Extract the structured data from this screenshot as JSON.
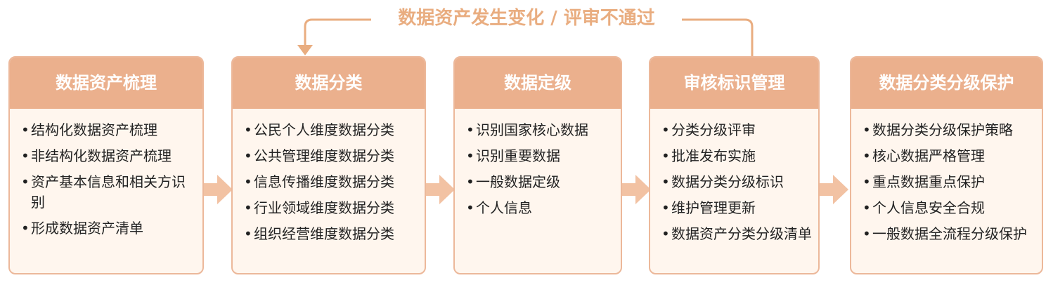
{
  "loop_label": "数据资产发生变化 / 评审不通过",
  "colors": {
    "header_bg": "#EBB08D",
    "body_bg": "#FFF6EE",
    "border": "#ECB89A",
    "arrow": "#F2C2A3",
    "loop_line": "#E9AD80",
    "text": "#222222"
  },
  "stages": [
    {
      "title": "数据资产梳理",
      "items": [
        "结构化数据资产梳理",
        "非结构化数据资产梳理",
        "资产基本信息和相关方识别",
        "形成数据资产清单"
      ]
    },
    {
      "title": "数据分类",
      "items": [
        "公民个人维度数据分类",
        "公共管理维度数据分类",
        "信息传播维度数据分类",
        "行业领域维度数据分类",
        "组织经营维度数据分类"
      ]
    },
    {
      "title": "数据定级",
      "items": [
        "识别国家核心数据",
        "识别重要数据",
        "一般数据定级",
        "个人信息"
      ]
    },
    {
      "title": "审核标识管理",
      "items": [
        "分类分级评审",
        "批准发布实施",
        "数据分类分级标识",
        "维护管理更新",
        "数据资产分类分级清单"
      ]
    },
    {
      "title": "数据分类分级保护",
      "items": [
        "数据分类分级保护策略",
        "核心数据严格管理",
        "重点数据重点保护",
        "个人信息安全合规",
        "一般数据全流程分级保护"
      ]
    }
  ]
}
